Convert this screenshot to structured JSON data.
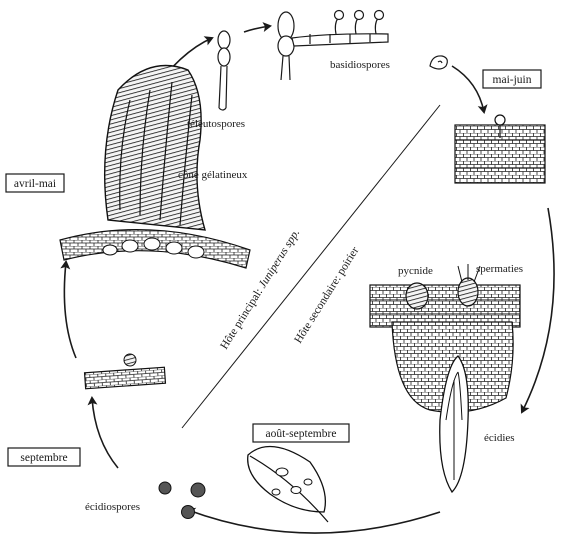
{
  "labels": {
    "teleutospores": "téleutospores",
    "basidiospores": "basidiospores",
    "cone": "cône gélatineux",
    "pycnide": "pycnide",
    "spermaties": "spermaties",
    "ecidies": "écidies",
    "ecidiospores": "écidiospores"
  },
  "seasons": {
    "mai_juin": "mai-juin",
    "avril_mai": "avril-mai",
    "septembre": "septembre",
    "aout_septembre": "août-septembre"
  },
  "hosts": {
    "principal_prefix": "Hôte principal: ",
    "principal_species": "Juniperus spp.",
    "secondaire": "Hôte secondaire: poirier"
  }
}
